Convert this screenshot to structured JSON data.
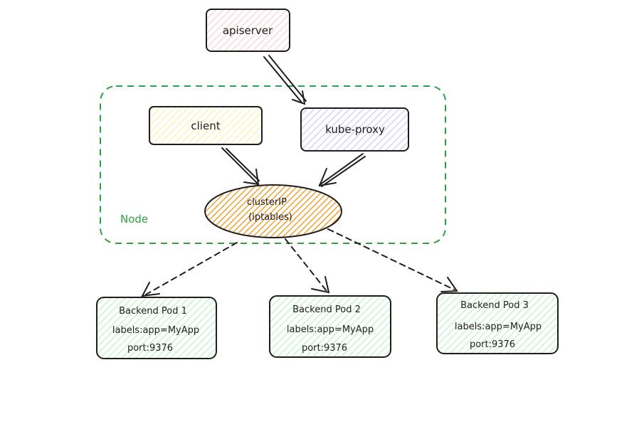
{
  "diagram": {
    "apiserver": {
      "label": "apiserver",
      "fill": "#ffc9c9"
    },
    "client": {
      "label": "client",
      "fill": "#ffec99"
    },
    "kube_proxy": {
      "label": "kube-proxy",
      "fill": "#d0bfff"
    },
    "cluster_ip": {
      "line1": "clusterIP",
      "line2": "(iptables)",
      "fill": "#f08c00"
    },
    "node_group": {
      "label": "Node",
      "color": "#2f9e44"
    },
    "pods": [
      {
        "title": "Backend Pod 1",
        "labels": "labels:app=MyApp",
        "port": "port:9376"
      },
      {
        "title": "Backend Pod 2",
        "labels": "labels:app=MyApp",
        "port": "port:9376"
      },
      {
        "title": "Backend Pod 3",
        "labels": "labels:app=MyApp",
        "port": "port:9376"
      }
    ],
    "pod_fill": "#b2f2bb",
    "stroke": "#1e1e1e"
  }
}
